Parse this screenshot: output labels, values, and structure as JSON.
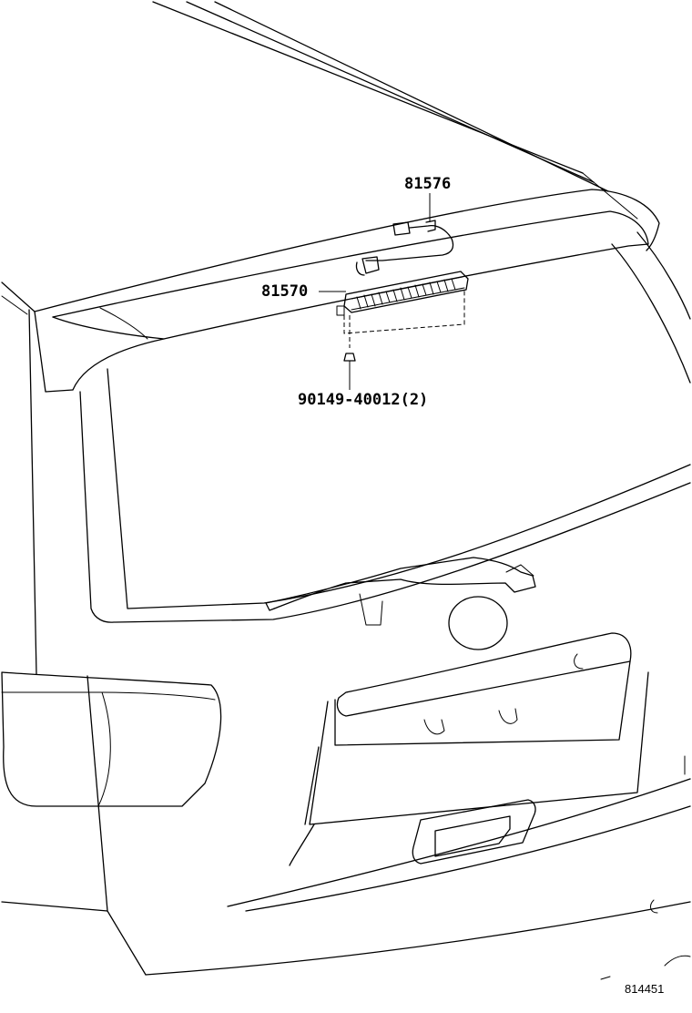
{
  "callouts": {
    "wire_part": "81576",
    "lamp_part": "81570",
    "screw_part": "90149-40012(2)"
  },
  "reference_number": "814451"
}
